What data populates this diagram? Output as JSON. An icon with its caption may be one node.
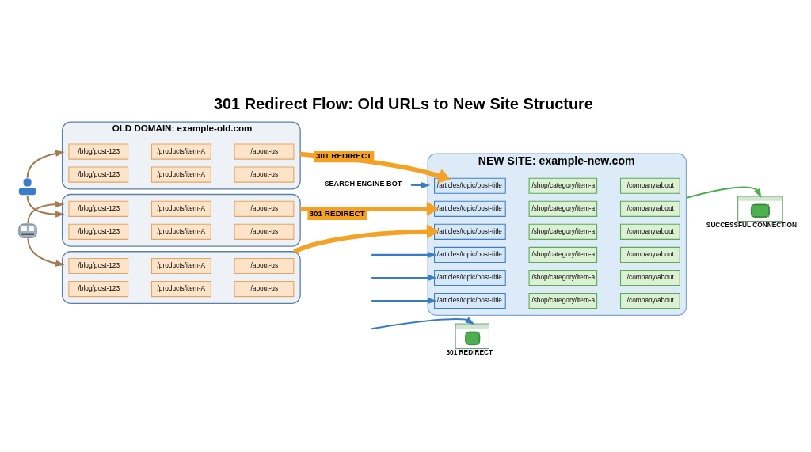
{
  "diagram": {
    "title": "301 Redirect Flow: Old URLs to New Site Structure",
    "nodes": [
      {
        "text": [
          "OLD DOMAIN: example-old.com"
        ]
      },
      {
        "text": [
          "/blog/post-123"
        ],
        "in": 0
      },
      {
        "text": [
          "/products/item-A"
        ],
        "in": 0
      },
      {
        "text": [
          "/about-us"
        ],
        "in": 0
      },
      {
        "text": [
          "/blog/post-123"
        ],
        "in": 0
      },
      {
        "text": [
          "/products/item-A"
        ],
        "in": 0
      },
      {
        "text": [
          "/about-us"
        ],
        "in": 0
      },
      {
        "text": [],
        "shape": "box"
      },
      {
        "text": [
          "/blog/post-123"
        ],
        "in": 7
      },
      {
        "text": [
          "/products/item-A"
        ],
        "in": 7
      },
      {
        "text": [
          "/about-us"
        ],
        "in": 7
      },
      {
        "text": [
          "/blog/post-123"
        ],
        "in": 7
      },
      {
        "text": [
          "/products/item-A"
        ],
        "in": 7
      },
      {
        "text": [
          "/about-us"
        ],
        "in": 7
      },
      {
        "text": [],
        "shape": "box"
      },
      {
        "text": [
          "/blog/post-123"
        ],
        "in": 14
      },
      {
        "text": [
          "/products/item-A"
        ],
        "in": 14
      },
      {
        "text": [
          "/about-us"
        ],
        "in": 14
      },
      {
        "text": [
          "/blog/post-123"
        ],
        "in": 14
      },
      {
        "text": [
          "/products/item-A"
        ],
        "in": 14
      },
      {
        "text": [
          "/about-us"
        ],
        "in": 14
      },
      {
        "text": [
          "NEW SITE: example-new.com"
        ]
      },
      {
        "text": [
          "/articles/topic/post-title"
        ],
        "in": 21
      },
      {
        "text": [
          "/shop/category/item-a"
        ],
        "in": 21
      },
      {
        "text": [
          "/company/about"
        ],
        "in": 21
      },
      {
        "text": [
          "/articles/topic/post-title"
        ],
        "in": 21
      },
      {
        "text": [
          "/shop/category/item-a"
        ],
        "in": 21
      },
      {
        "text": [
          "/company/about"
        ],
        "in": 21
      },
      {
        "text": [
          "/articles/topic/post-title"
        ],
        "in": 21
      },
      {
        "text": [
          "/shop/category/item-a"
        ],
        "in": 21
      },
      {
        "text": [
          "/company/about"
        ],
        "in": 21
      },
      {
        "text": [
          "/articles/topic/post-title"
        ],
        "in": 21
      },
      {
        "text": [
          "/shop/category/item-a"
        ],
        "in": 21
      },
      {
        "text": [
          "/company/about"
        ],
        "in": 21
      },
      {
        "text": [
          "/articles/topic/post-title"
        ],
        "in": 21
      },
      {
        "text": [
          "/shop/category/item-a"
        ],
        "in": 21
      },
      {
        "text": [
          "/company/about"
        ],
        "in": 21
      },
      {
        "text": [
          "/articles/topic/post-title"
        ],
        "in": 21
      },
      {
        "text": [
          "/shop/category/item-a"
        ],
        "in": 21
      },
      {
        "text": [
          "/company/about"
        ],
        "in": 21
      },
      {
        "text": [],
        "shape": "person"
      },
      {
        "text": [],
        "shape": "robot"
      },
      {
        "text": [
          "SEARCH ENGINE BOT"
        ]
      },
      {
        "text": [],
        "shape": "window",
        "beside": [
          "301 REDIRECT"
        ]
      },
      {
        "text": [],
        "shape": "window",
        "beside": [
          "SUCCESSFUL CONNECTION"
        ]
      }
    ],
    "edges": [
      {
        "from": 40,
        "to": 0,
        "arrow": "to",
        "color": "#a57b52"
      },
      {
        "from": 40,
        "to": 7,
        "arrow": "to",
        "color": "#a57b52"
      },
      {
        "from": 41,
        "to": 7,
        "arrow": "to",
        "color": "#a57b52"
      },
      {
        "from": 41,
        "to": 14,
        "arrow": "to",
        "color": "#a57b52"
      },
      {
        "from": 0,
        "to": 22,
        "arrow": "to",
        "label": "301 REDIRECT",
        "style": "thick",
        "color": "#f5a124"
      },
      {
        "from": 7,
        "to": 28,
        "arrow": "to",
        "label": "301 REDIRECT",
        "style": "thick",
        "color": "#f5a124"
      },
      {
        "from": 14,
        "to": 34,
        "arrow": "to",
        "style": "thick",
        "color": "#f5a124"
      },
      {
        "from": 42,
        "to": 21,
        "arrow": "to"
      },
      {
        "from": null,
        "to": 25,
        "arrow": "to"
      },
      {
        "from": null,
        "to": 31,
        "arrow": "to"
      },
      {
        "from": null,
        "to": 37,
        "arrow": "to"
      },
      {
        "from": null,
        "to": 43,
        "arrow": "to"
      },
      {
        "from": 21,
        "to": 44,
        "arrow": "to",
        "color": "#4caf50"
      }
    ]
  }
}
